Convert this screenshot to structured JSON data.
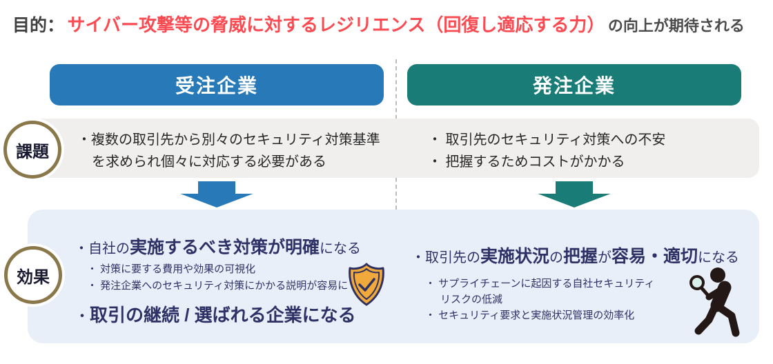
{
  "title": {
    "prefix": "目的：",
    "highlight": "サイバー攻撃等の脅威に対するレジリエンス（回復し適応する力）",
    "suffix": "の向上が期待される"
  },
  "headers": {
    "left": "受注企業",
    "right": "発注企業"
  },
  "issues": {
    "badge": "課題",
    "left": {
      "bullet": "・",
      "line1": "複数の取引先から別々のセキュリティ対策基準",
      "line2": "を求められ個々に対応する必要がある"
    },
    "right": {
      "items": [
        "・ 取引先のセキュリティ対策への不安",
        "・ 把握するためコストがかかる"
      ]
    }
  },
  "effects": {
    "badge": "効果",
    "left": {
      "main1": {
        "bullet": "・",
        "pre": "自社の",
        "bold": "実施するべき対策が明確",
        "post": "になる"
      },
      "sub1": "・ 対策に要する費用や効果の可視化",
      "sub2": "・ 発注企業へのセキュリティ対策にかかる説明が容易に",
      "main2": {
        "bullet": "・",
        "bold": "取引の継続 / 選ばれる企業になる"
      }
    },
    "right": {
      "main": {
        "bullet": "・",
        "pre": "取引先の",
        "bold1": "実施状況",
        "mid1": "の",
        "bold2": "把握",
        "mid2": "が",
        "bold3": "容易・適切",
        "post": "になる"
      },
      "sub1_line1": "・ サプライチェーンに起因する自社セキュリティ",
      "sub1_line2": "リスクの低減",
      "sub2": "・ セキュリティ要求と実施状況管理の効率化"
    }
  },
  "icons": {
    "shield_check": "shield-check-icon",
    "person_magnifier": "person-magnifier-icon",
    "down_arrow_left": "down-arrow-icon",
    "down_arrow_right": "down-arrow-icon"
  },
  "colors": {
    "header_left_blue": "#2879b8",
    "header_right_teal": "#197c77",
    "accent_red": "#fb4b52",
    "issues_band_gray": "#f0efee",
    "effects_panel_blue": "#e9eff8",
    "navy_text": "#2e3166",
    "badge_border_gold": "#8a774a",
    "shield_fill_orange": "#f2a93b",
    "issues_text_dark": "#262626",
    "person_silhouette": "#231815"
  }
}
